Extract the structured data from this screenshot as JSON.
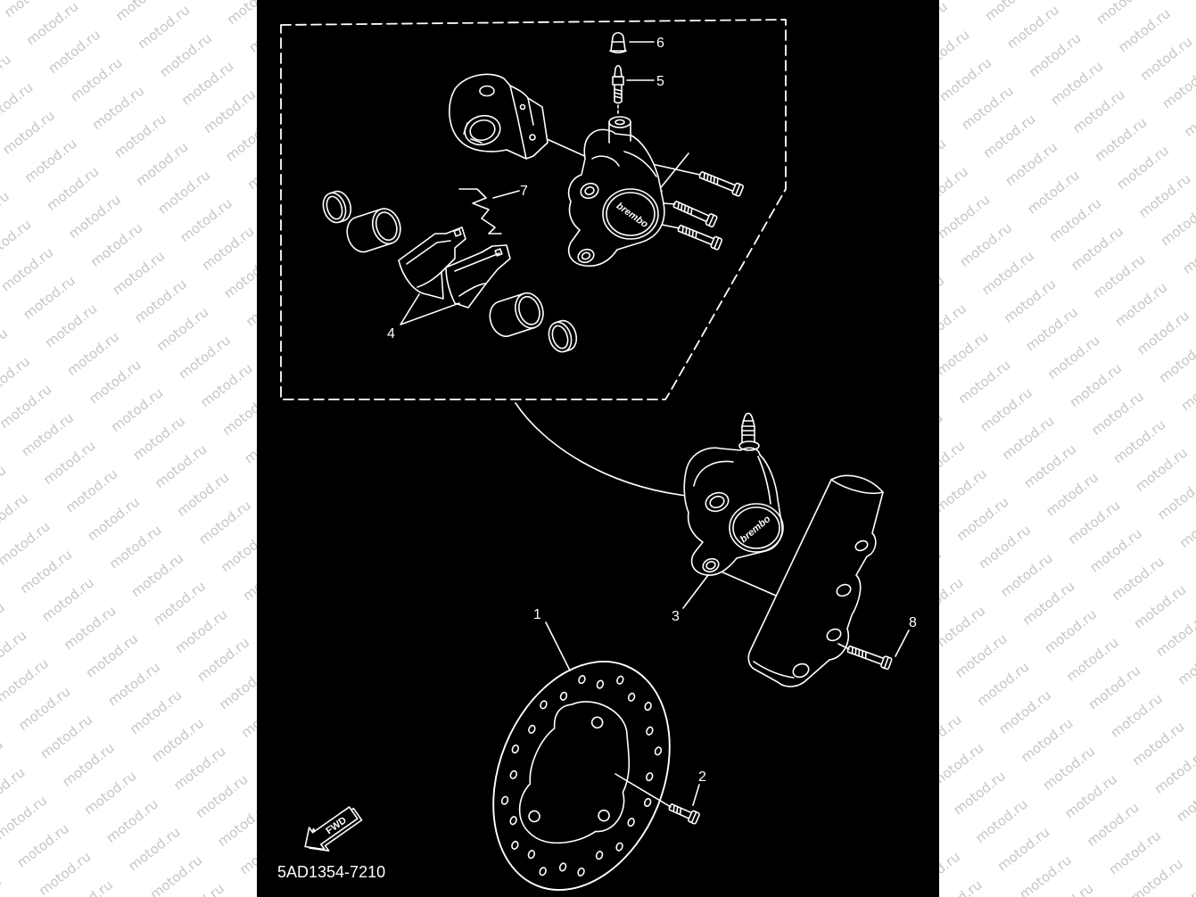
{
  "diagram": {
    "part_code": "5AD1354-7210",
    "fwd_label": "FWD",
    "brand_mark": "brembo",
    "callouts": [
      "1",
      "2",
      "3",
      "4",
      "5",
      "6",
      "7",
      "8"
    ]
  },
  "watermark": {
    "text": "motod.ru",
    "color": "#c6c6c6"
  },
  "colors": {
    "page": "#ffffff",
    "panel": "#000000",
    "linework": "#ffffff"
  }
}
